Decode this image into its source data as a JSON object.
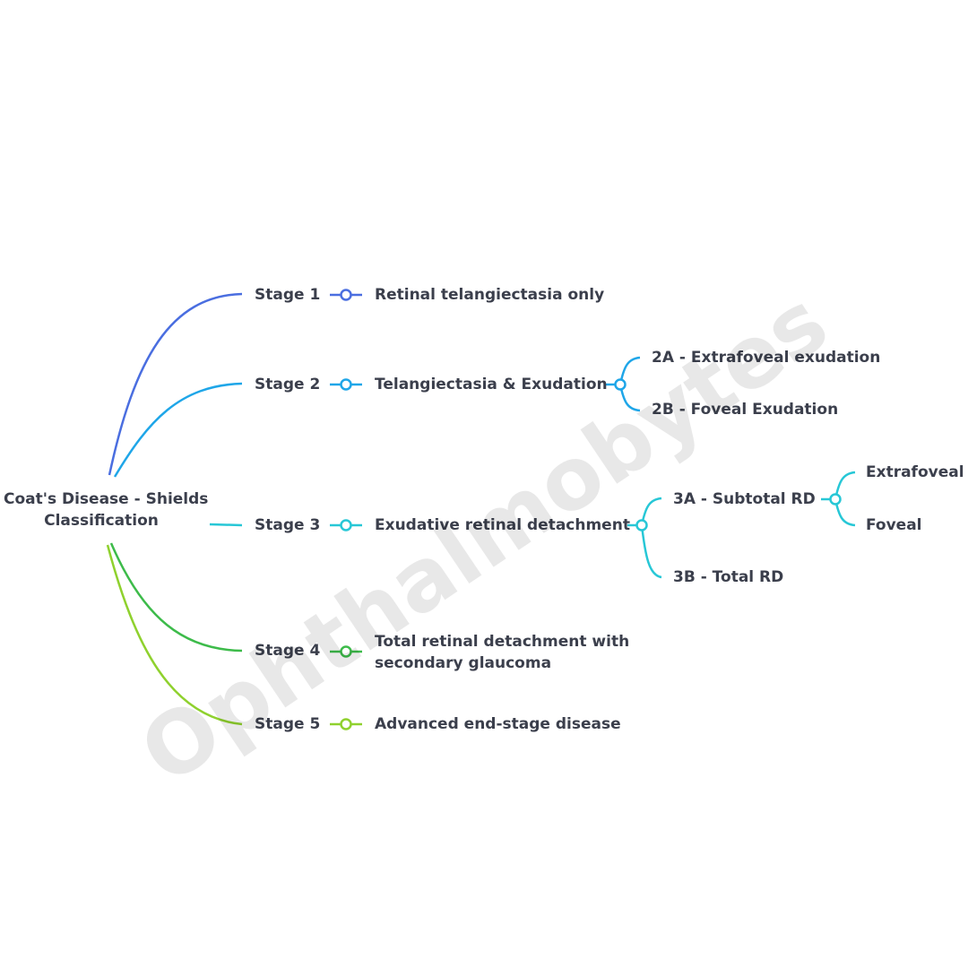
{
  "root": {
    "line1": "Coat's Disease - Shields",
    "line2": "Classification"
  },
  "stages": [
    {
      "label": "Stage 1",
      "desc": "Retinal telangiectasia only",
      "color": "#4a6ee0"
    },
    {
      "label": "Stage 2",
      "desc": "Telangiectasia & Exudation",
      "color": "#1fa6e8",
      "children": [
        "2A - Extrafoveal exudation",
        "2B - Foveal Exudation"
      ]
    },
    {
      "label": "Stage 3",
      "desc": "Exudative retinal detachment",
      "color": "#27c7d6",
      "children": [
        "3A - Subtotal RD",
        "3B - Total RD"
      ],
      "grandchildren": [
        "Extrafoveal",
        "Foveal"
      ]
    },
    {
      "label": "Stage 4",
      "desc_line1": "Total retinal detachment with",
      "desc_line2": "secondary glaucoma",
      "color": "#3dbb4a"
    },
    {
      "label": "Stage 5",
      "desc": "Advanced end-stage disease",
      "color": "#8fd12e"
    }
  ],
  "watermark": "Ophthalmobytes"
}
